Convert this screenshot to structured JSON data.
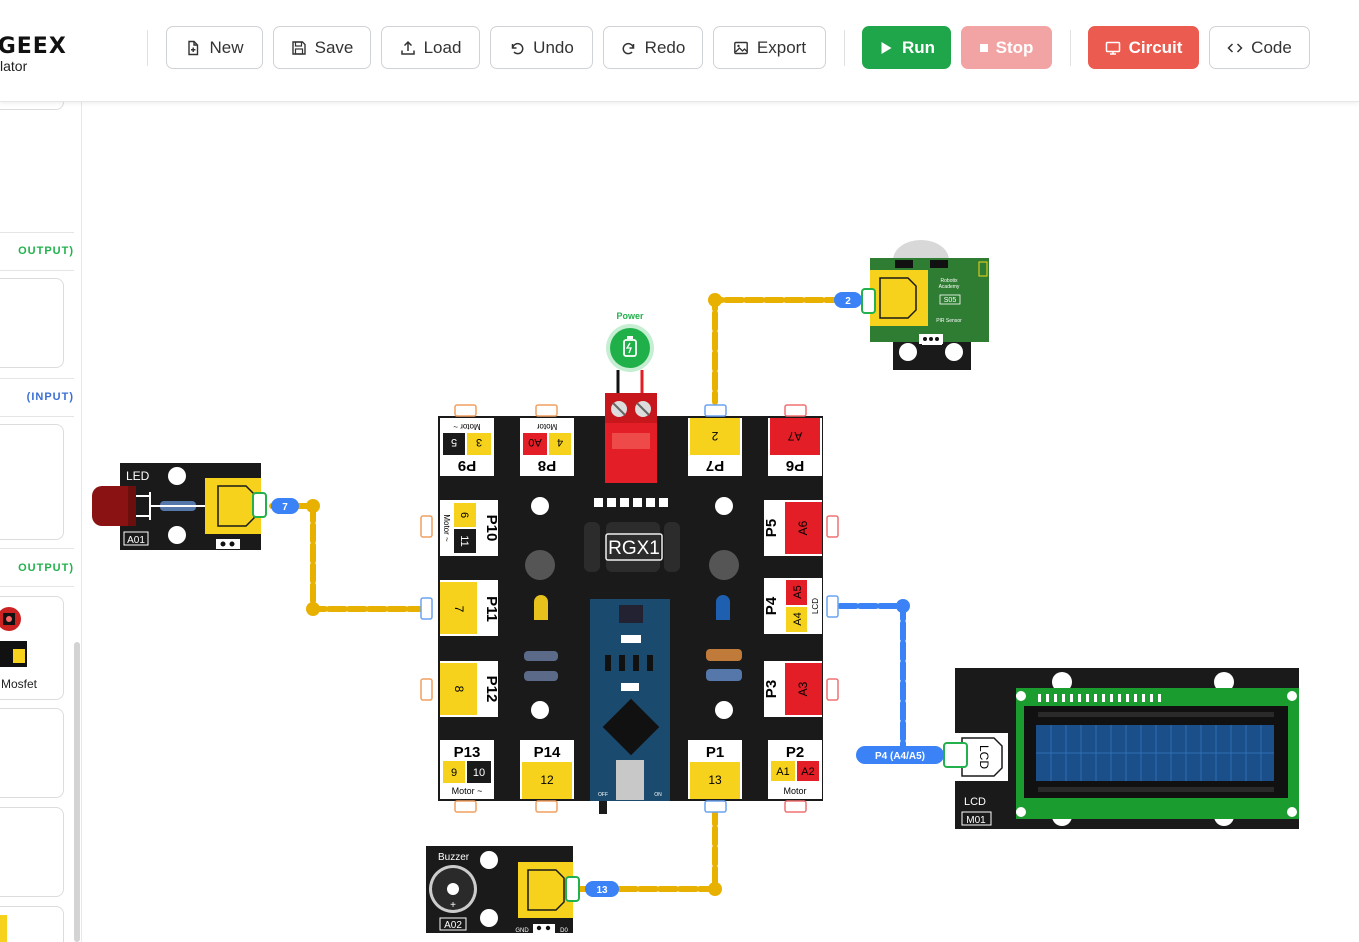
{
  "app": {
    "logo_brand": "OGEEX",
    "logo_sub": "lator"
  },
  "toolbar": {
    "new": "New",
    "save": "Save",
    "load": "Load",
    "undo": "Undo",
    "redo": "Redo",
    "export": "Export",
    "run": "Run",
    "stop": "Stop",
    "circuit": "Circuit",
    "code": "Code"
  },
  "sidebar": {
    "categories": [
      "OUTPUT)",
      "(INPUT)",
      "OUTPUT)"
    ],
    "mosfet_label": "Mosfet"
  },
  "colors": {
    "wire_yellow": "#e8b100",
    "wire_blue": "#3b82f6",
    "board_black": "#1a1a1a",
    "pin_yellow": "#f6d21c",
    "pin_red": "#e41e26",
    "run_green": "#1fa64a",
    "circuit_red": "#ec5b4f"
  },
  "board": {
    "label": "RGX1",
    "power_label": "Power",
    "ports": {
      "p9": {
        "name": "P9",
        "a": "5",
        "b": "3",
        "motor": "Motor ~"
      },
      "p8": {
        "name": "P8",
        "a": "A0",
        "b": "4",
        "motor": "Motor"
      },
      "p7": {
        "name": "P7",
        "a": "2"
      },
      "p6": {
        "name": "P6",
        "a": "A7"
      },
      "p10": {
        "name": "P10",
        "a": "6",
        "b": "11",
        "motor": "Motor ~"
      },
      "p11": {
        "name": "P11",
        "a": "7"
      },
      "p12": {
        "name": "P12",
        "a": "8"
      },
      "p5": {
        "name": "P5",
        "a": "A6"
      },
      "p4": {
        "name": "P4",
        "a": "A5",
        "b": "A4",
        "lcd": "LCD"
      },
      "p3": {
        "name": "P3",
        "a": "A3"
      },
      "p13": {
        "name": "P13",
        "a": "9",
        "b": "10",
        "motor": "Motor ~"
      },
      "p14": {
        "name": "P14",
        "a": "12"
      },
      "p1": {
        "name": "P1",
        "a": "13"
      },
      "p2": {
        "name": "P2",
        "a": "A1",
        "b": "A2",
        "motor": "Motor"
      }
    },
    "switch_off": "OFF",
    "switch_on": "ON"
  },
  "modules": {
    "led": {
      "title": "LED",
      "id": "A01",
      "pin": "7"
    },
    "buzzer": {
      "title": "Buzzer",
      "id": "A02",
      "gnd": "GND",
      "d0": "D0",
      "pin": "13"
    },
    "pir": {
      "pin": "2",
      "brand1": "Robotix",
      "brand2": "Academy",
      "id": "S05",
      "name": "PIR Sensor"
    },
    "lcd": {
      "title": "LCD",
      "id": "M01",
      "pin_label": "P4 (A4/A5)",
      "conn": "LCD"
    }
  }
}
